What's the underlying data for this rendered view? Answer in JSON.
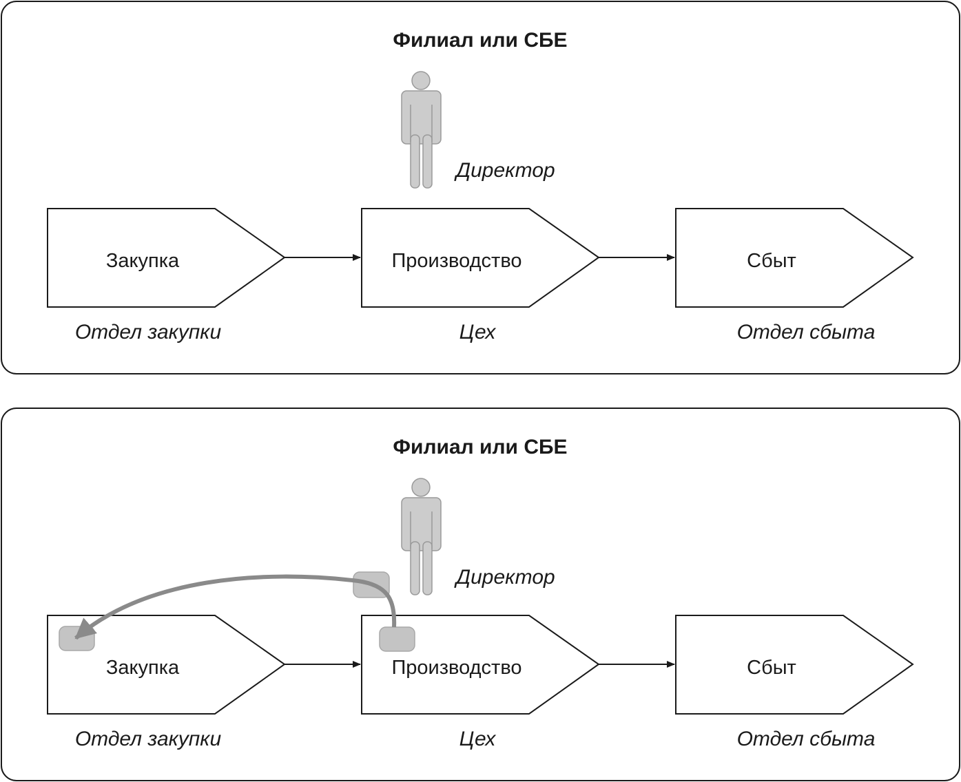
{
  "panels": [
    {
      "title": "Филиал или СБЕ",
      "director_label": "Директор",
      "steps": [
        {
          "label": "Закупка",
          "unit": "Отдел закупки"
        },
        {
          "label": "Производство",
          "unit": "Цех"
        },
        {
          "label": "Сбыт",
          "unit": "Отдел сбыта"
        }
      ]
    },
    {
      "title": "Филиал или СБЕ",
      "director_label": "Директор",
      "steps": [
        {
          "label": "Закупка",
          "unit": "Отдел закупки"
        },
        {
          "label": "Производство",
          "unit": "Цех"
        },
        {
          "label": "Сбыт",
          "unit": "Отдел сбыта"
        }
      ]
    }
  ],
  "colors": {
    "stroke": "#1a1a1a",
    "person_fill": "#cccccc",
    "feedback_arrow": "#8a8a8a",
    "token_fill": "#c4c4c4"
  },
  "icons": [
    "person-icon",
    "arrow-right-icon",
    "curved-arrow-icon",
    "token-icon"
  ]
}
